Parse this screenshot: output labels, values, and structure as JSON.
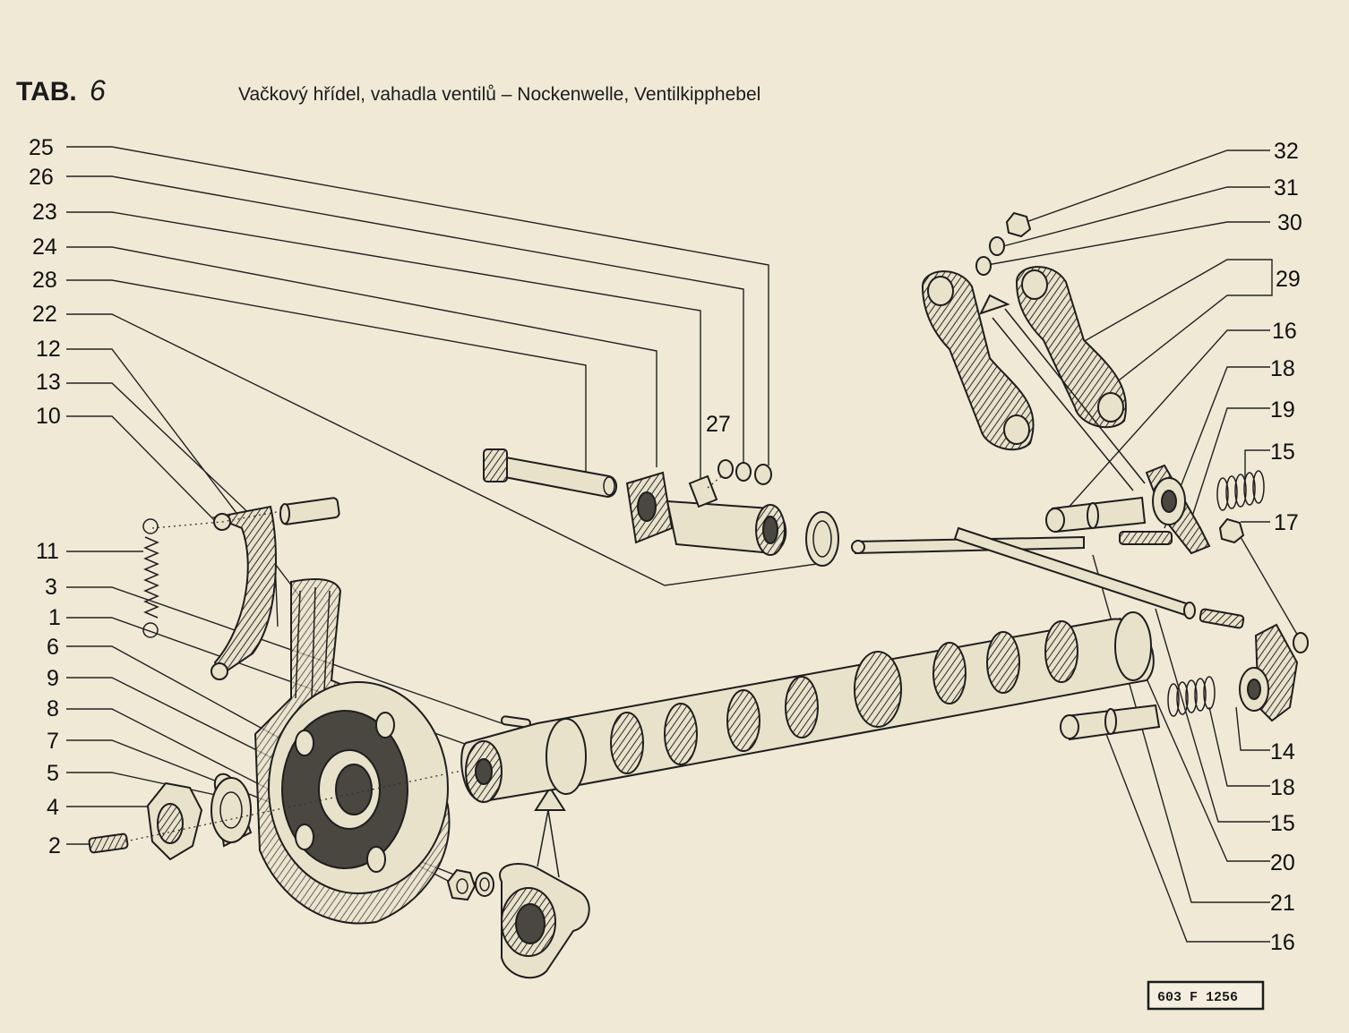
{
  "header": {
    "tab_label": "TAB.",
    "tab_number": "6",
    "title": "Vačkový hřídel, vahadla ventilů – Nockenwelle, Ventilkipphebel"
  },
  "callouts_left": [
    "25",
    "26",
    "23",
    "24",
    "28",
    "22",
    "12",
    "13",
    "10",
    "11",
    "3",
    "1",
    "6",
    "9",
    "8",
    "7",
    "5",
    "4",
    "2"
  ],
  "callouts_right": [
    "32",
    "31",
    "30",
    "29",
    "16",
    "18",
    "19",
    "15",
    "17",
    "14",
    "18",
    "15",
    "20",
    "21",
    "16"
  ],
  "callout_center": "27",
  "stamp": "603 F 1256",
  "colors": {
    "paper": "#efe9d6",
    "ink": "#1b1b1b"
  }
}
